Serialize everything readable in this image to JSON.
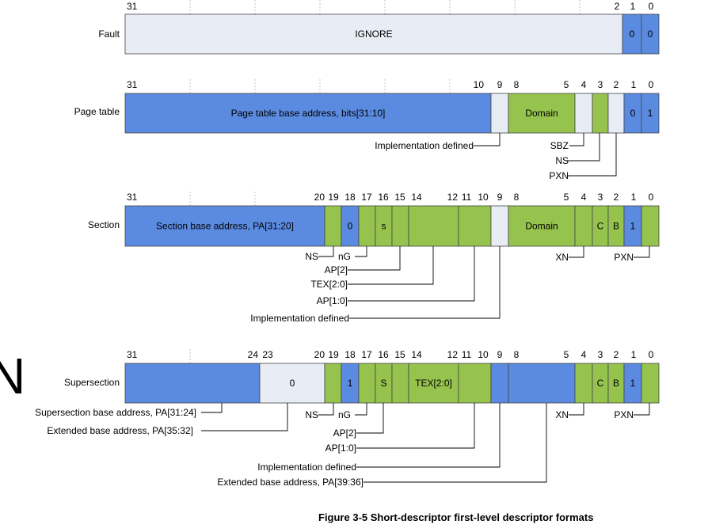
{
  "colors": {
    "blue": "#5b8be0",
    "green": "#96c24e",
    "white": "#ffffff",
    "light": "#e8edf5",
    "line": "#000000",
    "grid": "#b8b8b8"
  },
  "stray_glyph": "N",
  "caption": "Figure 3-5 Short-descriptor first-level descriptor formats",
  "rows": [
    {
      "label": "Fault",
      "bit_labels": [
        "31",
        "2",
        "1",
        "0"
      ],
      "fields": [
        {
          "text": "IGNORE",
          "color": "light"
        },
        {
          "text": "0",
          "color": "blue"
        },
        {
          "text": "0",
          "color": "blue"
        }
      ],
      "annotations": []
    },
    {
      "label": "Page table",
      "bit_labels": [
        "31",
        "10",
        "9",
        "8",
        "5",
        "4",
        "3",
        "2",
        "1",
        "0"
      ],
      "fields": [
        {
          "text": "Page table base address, bits[31:10]",
          "color": "blue"
        },
        {
          "text": "",
          "color": "light"
        },
        {
          "text": "Domain",
          "color": "green"
        },
        {
          "text": "",
          "color": "light"
        },
        {
          "text": "",
          "color": "green"
        },
        {
          "text": "",
          "color": "light"
        },
        {
          "text": "0",
          "color": "blue"
        },
        {
          "text": "1",
          "color": "blue"
        }
      ],
      "annotations": [
        "Implementation defined",
        "SBZ",
        "NS",
        "PXN"
      ]
    },
    {
      "label": "Section",
      "bit_labels": [
        "31",
        "20",
        "19",
        "18",
        "17",
        "16",
        "15",
        "14",
        "12",
        "11",
        "10",
        "9",
        "8",
        "5",
        "4",
        "3",
        "2",
        "1",
        "0"
      ],
      "fields": [
        {
          "text": "Section base address, PA[31:20]",
          "color": "blue"
        },
        {
          "text": "",
          "color": "green"
        },
        {
          "text": "0",
          "color": "blue"
        },
        {
          "text": "",
          "color": "green"
        },
        {
          "text": "s",
          "color": "green"
        },
        {
          "text": "",
          "color": "green"
        },
        {
          "text": "",
          "color": "green"
        },
        {
          "text": "",
          "color": "green"
        },
        {
          "text": "",
          "color": "light"
        },
        {
          "text": "Domain",
          "color": "green"
        },
        {
          "text": "",
          "color": "green"
        },
        {
          "text": "C",
          "color": "green"
        },
        {
          "text": "B",
          "color": "green"
        },
        {
          "text": "1",
          "color": "blue"
        },
        {
          "text": "",
          "color": "green"
        }
      ],
      "annotations": [
        "NS",
        "nG",
        "AP[2]",
        "TEX[2:0]",
        "AP[1:0]",
        "Implementation defined",
        "XN",
        "PXN"
      ]
    },
    {
      "label": "Supersection",
      "bit_labels": [
        "31",
        "24",
        "23",
        "20",
        "19",
        "18",
        "17",
        "16",
        "15",
        "14",
        "12",
        "11",
        "10",
        "9",
        "8",
        "5",
        "4",
        "3",
        "2",
        "1",
        "0"
      ],
      "fields": [
        {
          "text": "",
          "color": "blue"
        },
        {
          "text": "0",
          "color": "light"
        },
        {
          "text": "",
          "color": "green"
        },
        {
          "text": "1",
          "color": "blue"
        },
        {
          "text": "",
          "color": "green"
        },
        {
          "text": "S",
          "color": "green"
        },
        {
          "text": "",
          "color": "green"
        },
        {
          "text": "TEX[2:0]",
          "color": "green"
        },
        {
          "text": "",
          "color": "green"
        },
        {
          "text": "",
          "color": "blue"
        },
        {
          "text": "",
          "color": "blue"
        },
        {
          "text": "",
          "color": "green"
        },
        {
          "text": "C",
          "color": "green"
        },
        {
          "text": "B",
          "color": "green"
        },
        {
          "text": "1",
          "color": "blue"
        },
        {
          "text": "",
          "color": "green"
        }
      ],
      "annotations": [
        "Supersection base address, PA[31:24]",
        "Extended base address, PA[35:32]",
        "NS",
        "nG",
        "AP[2]",
        "AP[1:0]",
        "Implementation defined",
        "Extended base address, PA[39:36]",
        "XN",
        "PXN"
      ]
    }
  ]
}
